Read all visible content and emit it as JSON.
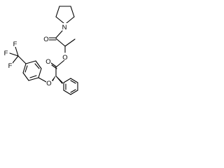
{
  "molecule": {
    "atom_labels": {
      "n_pyrrolidine": "N",
      "o_amide": "O",
      "o_ester_link": "O",
      "o_ester_carbonyl": "O",
      "o_ether": "O",
      "f_top": "F",
      "f_left": "F",
      "f_bottom": "F"
    },
    "colors": {
      "bond": "#000000",
      "background": "#ffffff"
    }
  }
}
